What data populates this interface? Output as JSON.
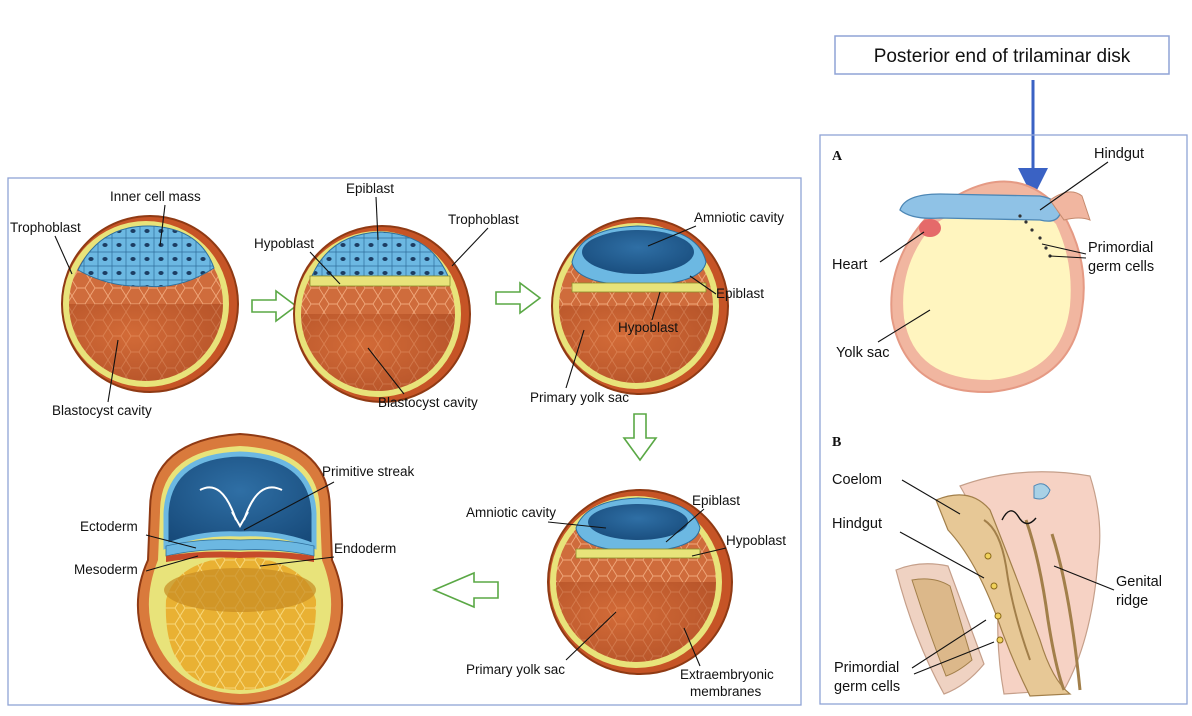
{
  "callout": {
    "text": "Posterior end of trilaminar disk"
  },
  "left_panel": {
    "stage1": {
      "inner_cell_mass": "Inner cell mass",
      "trophoblast": "Trophoblast",
      "blastocyst_cavity": "Blastocyst cavity"
    },
    "stage2": {
      "epiblast": "Epiblast",
      "hypoblast": "Hypoblast",
      "trophoblast": "Trophoblast",
      "blastocyst_cavity": "Blastocyst cavity"
    },
    "stage3": {
      "amniotic_cavity": "Amniotic cavity",
      "epiblast": "Epiblast",
      "hypoblast": "Hypoblast",
      "primary_yolk_sac": "Primary yolk sac"
    },
    "stage4": {
      "amniotic_cavity": "Amniotic cavity",
      "epiblast": "Epiblast",
      "hypoblast": "Hypoblast",
      "primary_yolk_sac": "Primary yolk sac",
      "extraembryonic_1": "Extraembryonic",
      "extraembryonic_2": "membranes"
    },
    "stage5": {
      "primitive_streak": "Primitive streak",
      "ectoderm": "Ectoderm",
      "mesoderm": "Mesoderm",
      "endoderm": "Endoderm"
    }
  },
  "right_panel": {
    "a": {
      "letter": "A",
      "hindgut": "Hindgut",
      "heart": "Heart",
      "primordial_1": "Primordial",
      "primordial_2": "germ cells",
      "yolk_sac": "Yolk sac"
    },
    "b": {
      "letter": "B",
      "coelom": "Coelom",
      "hindgut": "Hindgut",
      "genital_1": "Genital",
      "genital_2": "ridge",
      "primordial_1": "Primordial",
      "primordial_2": "germ cells"
    }
  },
  "colors": {
    "frame": "#8fa3d6",
    "arrow_green": "#5aa845",
    "arrow_blue": "#3a62c4",
    "epiblast": "#5aa6d4",
    "cavity": "#b54a1c",
    "trophoblast": "#e8e37a",
    "yolk": "#fff5bf"
  }
}
